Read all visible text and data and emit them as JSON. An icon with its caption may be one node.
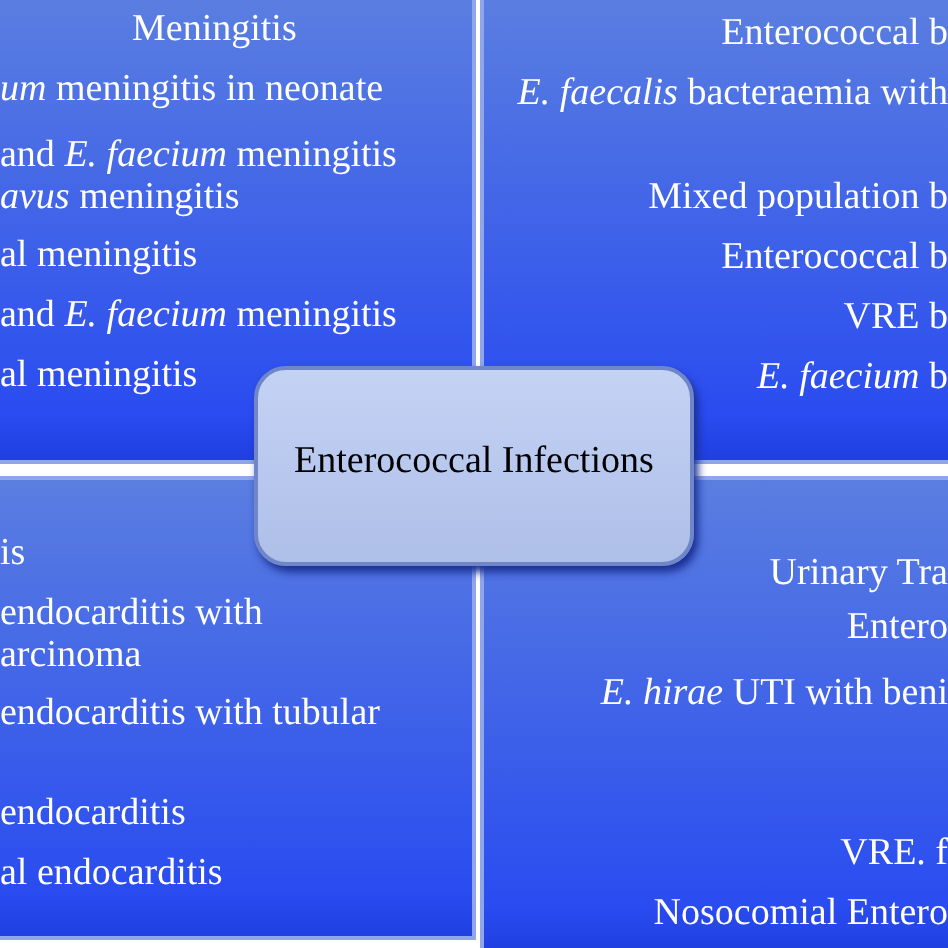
{
  "diagram": {
    "nodes": [
      {
        "text": [
          "Meningitis",
          "*um* meningitis in neonate",
          "and *E. faecium* meningitis",
          "*avus* meningitis",
          "al meningitis",
          "and *E. faecium* meningitis",
          "al meningitis"
        ]
      },
      {
        "text": [
          "Enterococcal b",
          "*E. faecalis* bacteraemia with",
          "Mixed population b",
          "Enterococcal b",
          "VRE b",
          "*E. faecium* b"
        ]
      },
      {
        "text": [
          "is",
          "endocarditis with arcinoma",
          "endocarditis with tubular",
          "endocarditis",
          "al endocarditis"
        ]
      },
      {
        "text": [
          "Urinary Tra",
          "Entero",
          "*E. hirae* UTI with beni",
          "VRE. f",
          "Nosocomial Entero"
        ]
      },
      {
        "text": [
          "Enterococcal Infections"
        ]
      }
    ]
  }
}
